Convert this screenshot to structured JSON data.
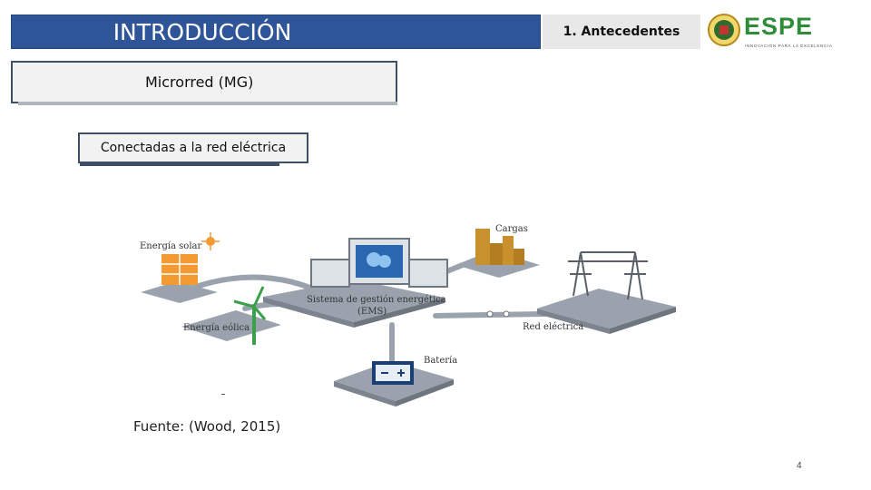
{
  "header": {
    "title": "INTRODUCCIÓN",
    "section": "1. Antecedentes",
    "logo": {
      "brand": "ESPE",
      "tagline": "INNOVACIÓN PARA LA EXCELENCIA",
      "icon": "university-seal-icon"
    }
  },
  "boxes": {
    "main": "Microrred (MG)",
    "sub": "Conectadas a la red eléctrica"
  },
  "diagram": {
    "labels": {
      "solar": "Energía solar",
      "wind": "Energía eólica",
      "ems_line1": "Sistema de gestión energética",
      "ems_line2": "(EMS)",
      "loads": "Cargas",
      "grid": "Red eléctrica",
      "battery": "Batería"
    },
    "icons": [
      "solar-panel-icon",
      "wind-turbine-icon",
      "computer-brain-icon",
      "buildings-icon",
      "transmission-tower-icon",
      "battery-icon"
    ],
    "colors": {
      "platform": "#9aa3ad",
      "solar": "#f39a32",
      "wind": "#3aa04a",
      "loads": "#c8912e",
      "battery": "#1c3f73",
      "screen": "#2a67b0"
    }
  },
  "source": "Fuente: (Wood, 2015)",
  "page_number": "4"
}
